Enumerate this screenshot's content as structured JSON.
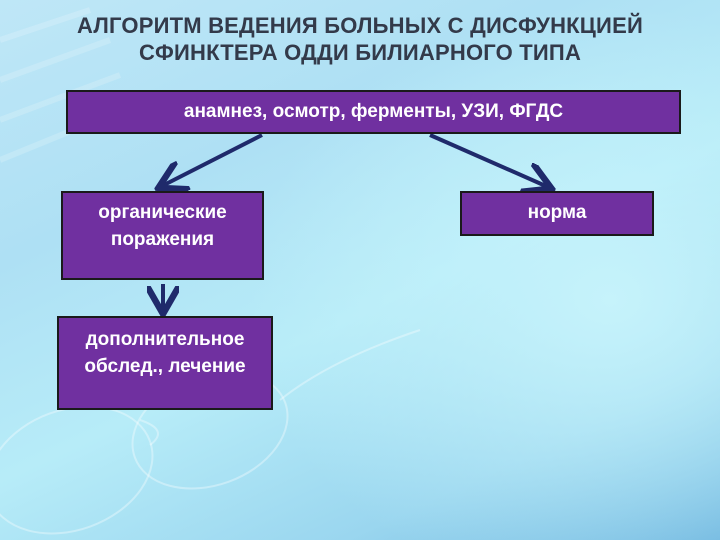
{
  "title": {
    "line1": "АЛГОРИТМ ВЕДЕНИЯ БОЛЬНЫХ С ДИСФУНКЦИЕЙ",
    "line2": "СФИНКТЕРА ОДДИ БИЛИАРНОГО ТИПА"
  },
  "nodes": {
    "top": {
      "line1": "анамнез, осмотр, ферменты, УЗИ, ФГДС"
    },
    "left": {
      "line1": "органические",
      "line2": "поражения"
    },
    "right": {
      "line1": "норма"
    },
    "bottom": {
      "line1": "дополнительное",
      "line2": "обслед., лечение"
    }
  },
  "colors": {
    "box_fill": "#7030a0",
    "box_text": "#ffffff",
    "arrow": "#1f2a6b",
    "title_text": "#333a4a"
  }
}
